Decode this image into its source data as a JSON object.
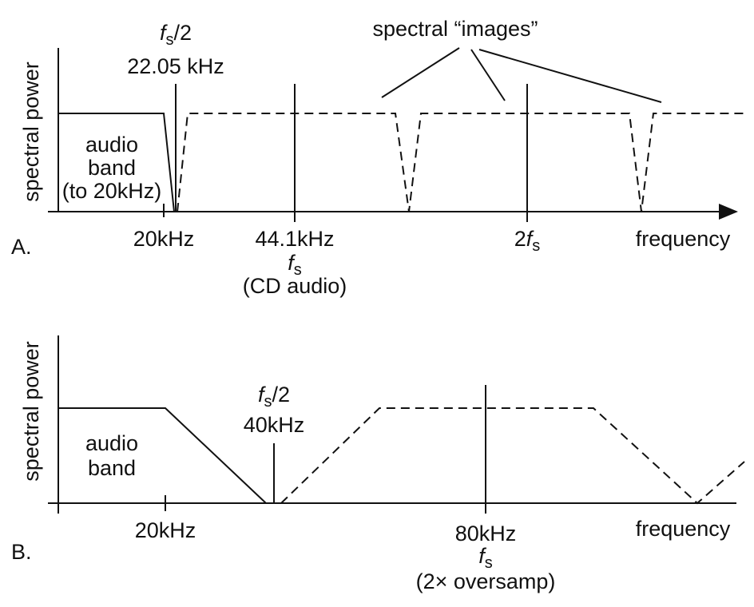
{
  "panel_a": {
    "letter": "A.",
    "ylabel": "spectral power",
    "xlabel": "frequency",
    "nyquist_symbol": "f",
    "nyquist_sub": "s",
    "nyquist_suffix": "/2",
    "nyquist_value": "22.05 kHz",
    "audio_band": [
      "audio",
      "band",
      "(to 20kHz)"
    ],
    "tick_20k": "20kHz",
    "fs_value": "44.1kHz",
    "fs_symbol": "f",
    "fs_sub": "s",
    "fs_note": "(CD audio)",
    "two_fs_prefix": "2",
    "two_fs_symbol": "f",
    "two_fs_sub": "s",
    "images_label": "spectral “images”"
  },
  "panel_b": {
    "letter": "B.",
    "ylabel": "spectral power",
    "xlabel": "frequency",
    "nyquist_symbol": "f",
    "nyquist_sub": "s",
    "nyquist_suffix": "/2",
    "nyquist_value": "40kHz",
    "audio_band": [
      "audio",
      "band"
    ],
    "tick_20k": "20kHz",
    "fs_value": "80kHz",
    "fs_symbol": "f",
    "fs_sub": "s",
    "fs_note": "(2× oversamp)"
  }
}
